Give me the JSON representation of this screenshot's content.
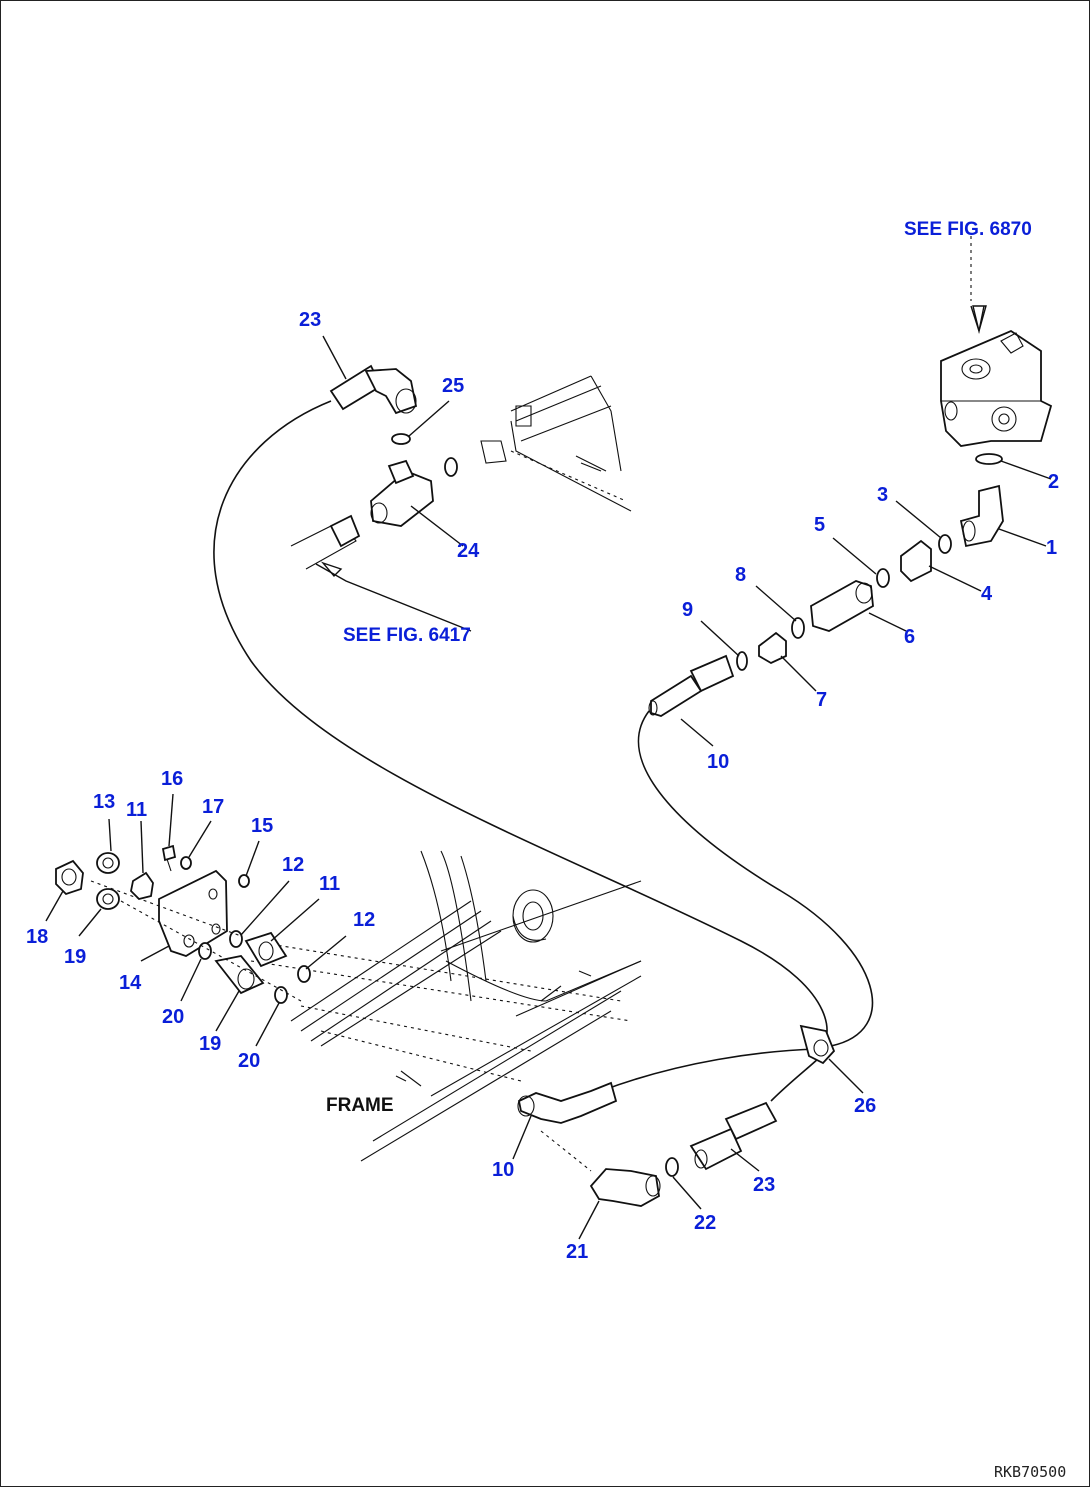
{
  "references": {
    "top_right": "SEE FIG. 6870",
    "upper_left": "SEE FIG. 6417"
  },
  "frame_label": "FRAME",
  "drawing_code": "RKB70500",
  "callouts": [
    {
      "id": "c1",
      "label": "1"
    },
    {
      "id": "c2",
      "label": "2"
    },
    {
      "id": "c3",
      "label": "3"
    },
    {
      "id": "c4",
      "label": "4"
    },
    {
      "id": "c5",
      "label": "5"
    },
    {
      "id": "c6",
      "label": "6"
    },
    {
      "id": "c7",
      "label": "7"
    },
    {
      "id": "c8",
      "label": "8"
    },
    {
      "id": "c9",
      "label": "9"
    },
    {
      "id": "c10a",
      "label": "10"
    },
    {
      "id": "c10b",
      "label": "10"
    },
    {
      "id": "c11a",
      "label": "11"
    },
    {
      "id": "c11b",
      "label": "11"
    },
    {
      "id": "c12a",
      "label": "12"
    },
    {
      "id": "c12b",
      "label": "12"
    },
    {
      "id": "c13",
      "label": "13"
    },
    {
      "id": "c14",
      "label": "14"
    },
    {
      "id": "c15",
      "label": "15"
    },
    {
      "id": "c16",
      "label": "16"
    },
    {
      "id": "c17",
      "label": "17"
    },
    {
      "id": "c18",
      "label": "18"
    },
    {
      "id": "c19a",
      "label": "19"
    },
    {
      "id": "c19b",
      "label": "19"
    },
    {
      "id": "c20a",
      "label": "20"
    },
    {
      "id": "c20b",
      "label": "20"
    },
    {
      "id": "c21",
      "label": "21"
    },
    {
      "id": "c22",
      "label": "22"
    },
    {
      "id": "c23a",
      "label": "23"
    },
    {
      "id": "c23b",
      "label": "23"
    },
    {
      "id": "c24",
      "label": "24"
    },
    {
      "id": "c25",
      "label": "25"
    },
    {
      "id": "c26",
      "label": "26"
    }
  ],
  "colors": {
    "callout": "#0a1fd8",
    "line": "#111111",
    "background": "#ffffff"
  }
}
